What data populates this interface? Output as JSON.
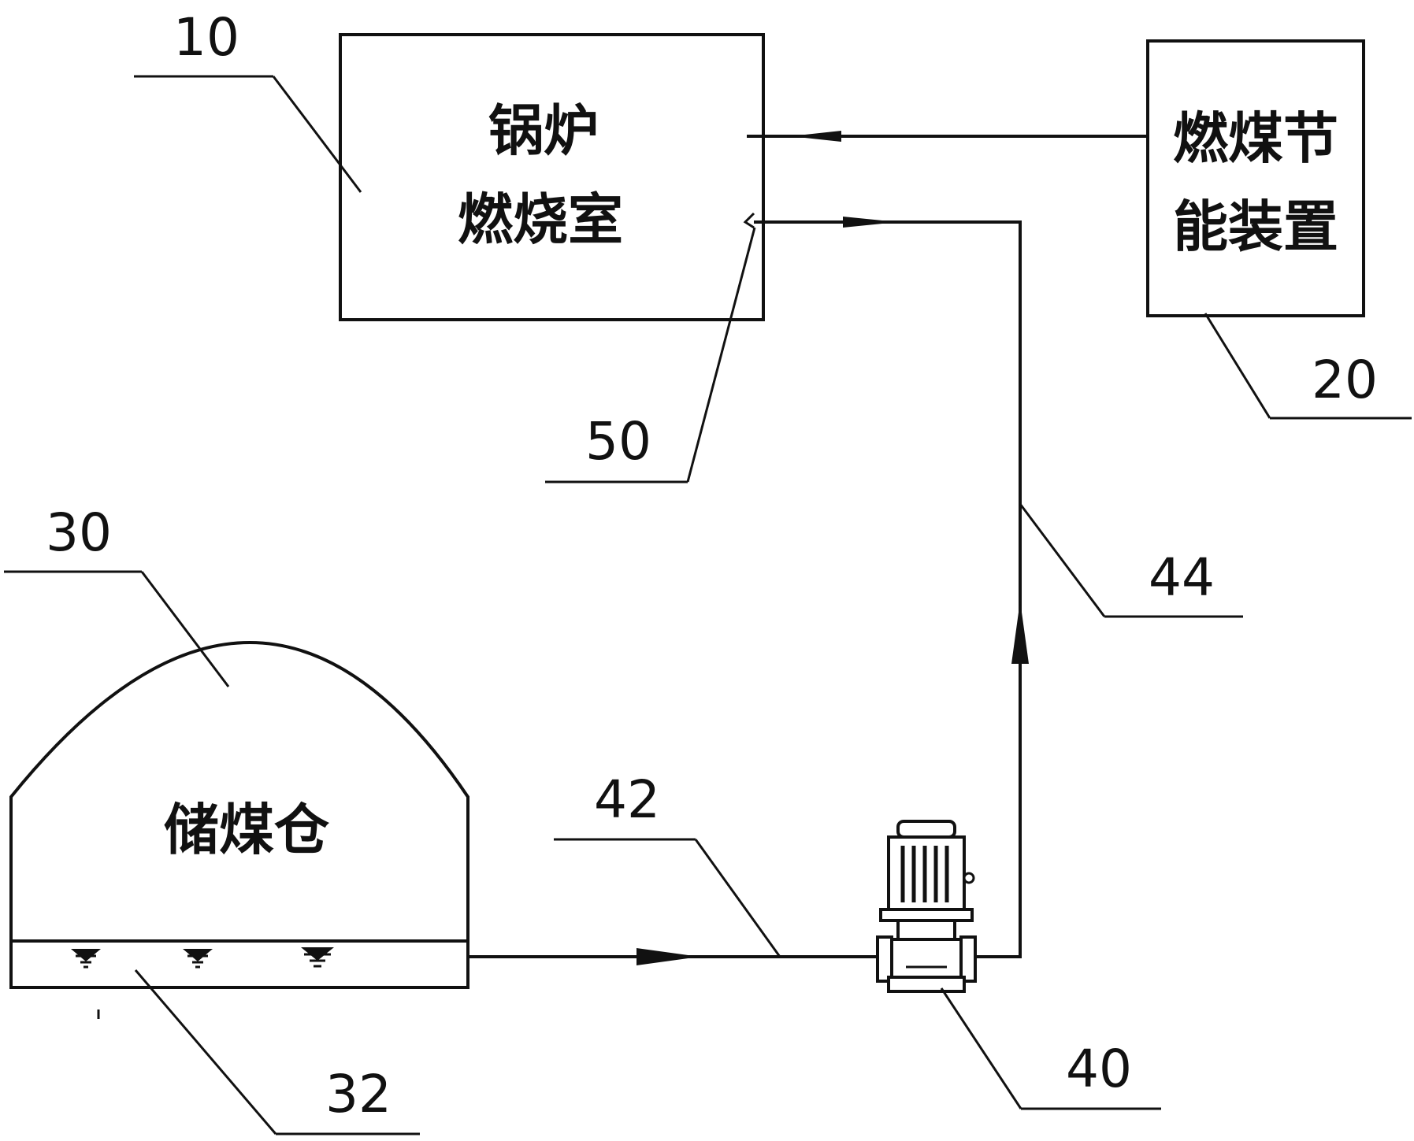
{
  "diagram": {
    "boiler": {
      "label_line1": "锅炉",
      "label_line2": "燃烧室",
      "ref": "10"
    },
    "energy_saving_device": {
      "label_line1": "燃煤节",
      "label_line2": "能装置",
      "ref": "20"
    },
    "coal_bunker": {
      "label": "储煤仓",
      "ref": "30"
    },
    "bunker_bottom_outlet": {
      "ref": "32"
    },
    "pump": {
      "ref": "40"
    },
    "inlet_pipe": {
      "ref": "42"
    },
    "outlet_pipe": {
      "ref": "44"
    },
    "feed_nozzle": {
      "ref": "50"
    }
  }
}
